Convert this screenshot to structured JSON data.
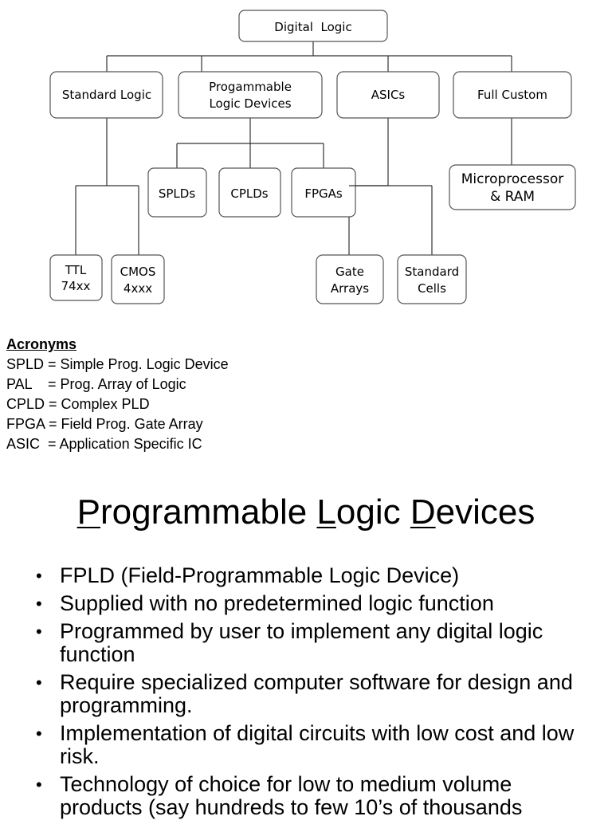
{
  "diagram": {
    "root": "Digital  Logic",
    "level1": {
      "standard": "Standard Logic",
      "pld_line1": "Progammable",
      "pld_line2": "Logic Devices",
      "asics": "ASICs",
      "full_custom": "Full Custom"
    },
    "pld_children": {
      "splds": "SPLDs",
      "cplds": "CPLDs",
      "fpgas": "FPGAs"
    },
    "micro_line1": "Microprocessor",
    "micro_line2": "& RAM",
    "standard_children": {
      "ttl_line1": "TTL",
      "ttl_line2": "74xx",
      "cmos_line1": "CMOS",
      "cmos_line2": "4xxx"
    },
    "asic_children": {
      "gate_line1": "Gate",
      "gate_line2": "Arrays",
      "std_line1": "Standard",
      "std_line2": "Cells"
    }
  },
  "acronyms": {
    "heading": "Acronyms",
    "lines": [
      "SPLD = Simple Prog. Logic Device",
      "PAL    = Prog. Array of Logic",
      "CPLD = Complex PLD",
      "FPGA = Field Prog. Gate Array",
      "ASIC  = Application Specific IC"
    ]
  },
  "title": {
    "p": "P",
    "rogrammable": "rogrammable ",
    "l": "L",
    "ogic": "ogic ",
    "d": "D",
    "evices": "evices"
  },
  "bullets": [
    "FPLD (Field-Programmable Logic Device)",
    "Supplied with no predetermined logic function",
    "Programmed by user to implement any digital logic function",
    "Require specialized computer software for design and programming.",
    "Implementation of digital circuits with low cost and low risk.",
    "Technology of choice for low to medium volume products (say hundreds to few 10’s of thousands"
  ],
  "bullet_glyph": "•"
}
